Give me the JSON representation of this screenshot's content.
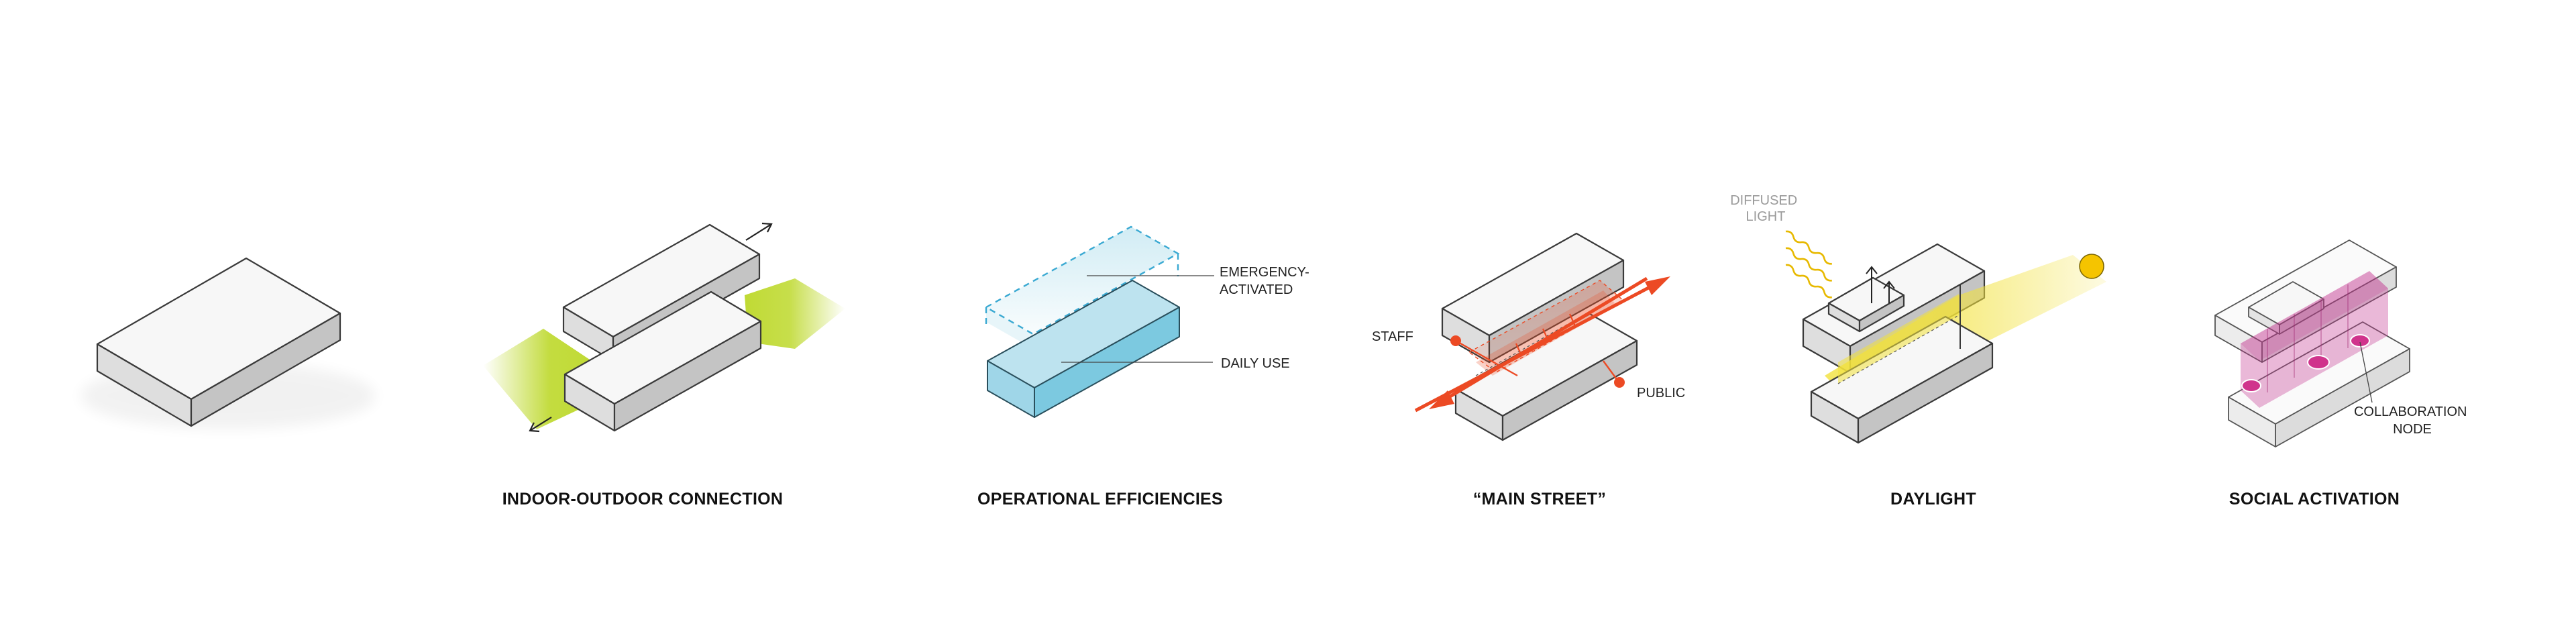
{
  "panels": [
    {
      "id": "base",
      "caption": ""
    },
    {
      "id": "indoor-outdoor",
      "caption": "INDOOR-OUTDOOR CONNECTION"
    },
    {
      "id": "operational",
      "caption": "OPERATIONAL EFFICIENCIES",
      "labels": {
        "emergency": [
          "EMERGENCY-",
          "ACTIVATED"
        ],
        "daily": "DAILY USE"
      }
    },
    {
      "id": "main-street",
      "caption": "“MAIN STREET”",
      "labels": {
        "staff": "STAFF",
        "public": "PUBLIC"
      }
    },
    {
      "id": "daylight",
      "caption": "DAYLIGHT",
      "labels": {
        "diffused": [
          "DIFFUSED",
          "LIGHT"
        ]
      }
    },
    {
      "id": "social",
      "caption": "SOCIAL ACTIVATION",
      "labels": {
        "collab": [
          "COLLABORATION",
          "NODE"
        ]
      }
    }
  ],
  "colors": {
    "box_top": "#f7f7f7",
    "box_left": "#dedede",
    "box_right": "#c4c4c4",
    "green": "#b9d61e",
    "blue": "#7cc9e0",
    "red": "#ec4a24",
    "yellow": "#f2e13a",
    "sun": "#f5c400",
    "magenta": "#d0338c",
    "purple": "#c4338e"
  },
  "icons": [
    "arrow-icon",
    "sun-icon",
    "wavy-light-icon",
    "person-node-icon"
  ]
}
